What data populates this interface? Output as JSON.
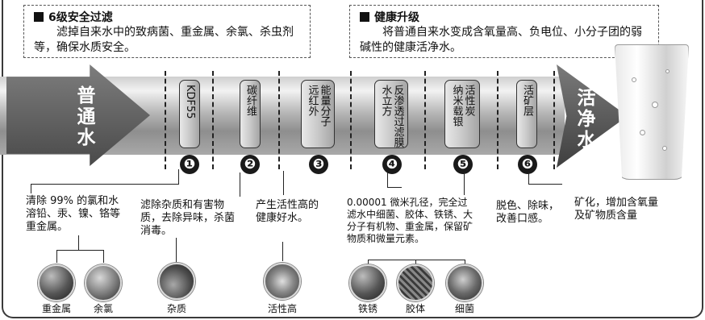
{
  "filter_box": {
    "title": "6级安全过滤",
    "text": "滤掉自来水中的致病菌、重金属、余氯、杀虫剂等，确保水质安全。"
  },
  "health_box": {
    "title": "健康升级",
    "text": "将普通自来水变成含氧量高、负电位、小分子团的弱碱性的健康活净水。"
  },
  "start_label": "普通水",
  "end_label": "活净水",
  "stages": [
    {
      "number": "❶",
      "module": [
        "KDF55"
      ],
      "description": "清除 99% 的氯和水溶铅、汞、镍、铬等重金属。"
    },
    {
      "number": "❷",
      "module": [
        "碳纤维"
      ],
      "description": "滤除杂质和有害物质，去除异味，杀菌消毒。"
    },
    {
      "number": "❸",
      "module": [
        "能量分子",
        "远红外"
      ],
      "description": "产生活性高的健康好水。"
    },
    {
      "number": "❹",
      "module": [
        "反渗透过滤膜",
        "水立方"
      ],
      "description": "0.00001 微米孔径，完全过滤水中细菌、胶体、铁锈、大分子有机物、重金属，保留矿物质和微量元素。"
    },
    {
      "number": "❺",
      "module": [
        "活性炭",
        "纳米载银"
      ],
      "description": "脱色、除味，改善口感。"
    },
    {
      "number": "❻",
      "module": [
        "活矿层"
      ],
      "description": "矿化，增加含氧量及矿物质含量"
    }
  ],
  "illustrations": [
    {
      "icon": "heavy-metal-icon",
      "label": "重金属"
    },
    {
      "icon": "residual-chlorine-icon",
      "label": "余氯"
    },
    {
      "icon": "impurities-icon",
      "label": "杂质"
    },
    {
      "icon": "active-high-icon",
      "label": "活性高"
    },
    {
      "icon": "rust-icon",
      "label": "铁锈"
    },
    {
      "icon": "colloid-icon",
      "label": "胶体"
    },
    {
      "icon": "bacteria-icon",
      "label": "细菌"
    }
  ],
  "colors": {
    "ink": "#111111",
    "pipe": "#9a9a9a",
    "arrow": "#4a4a4a"
  }
}
